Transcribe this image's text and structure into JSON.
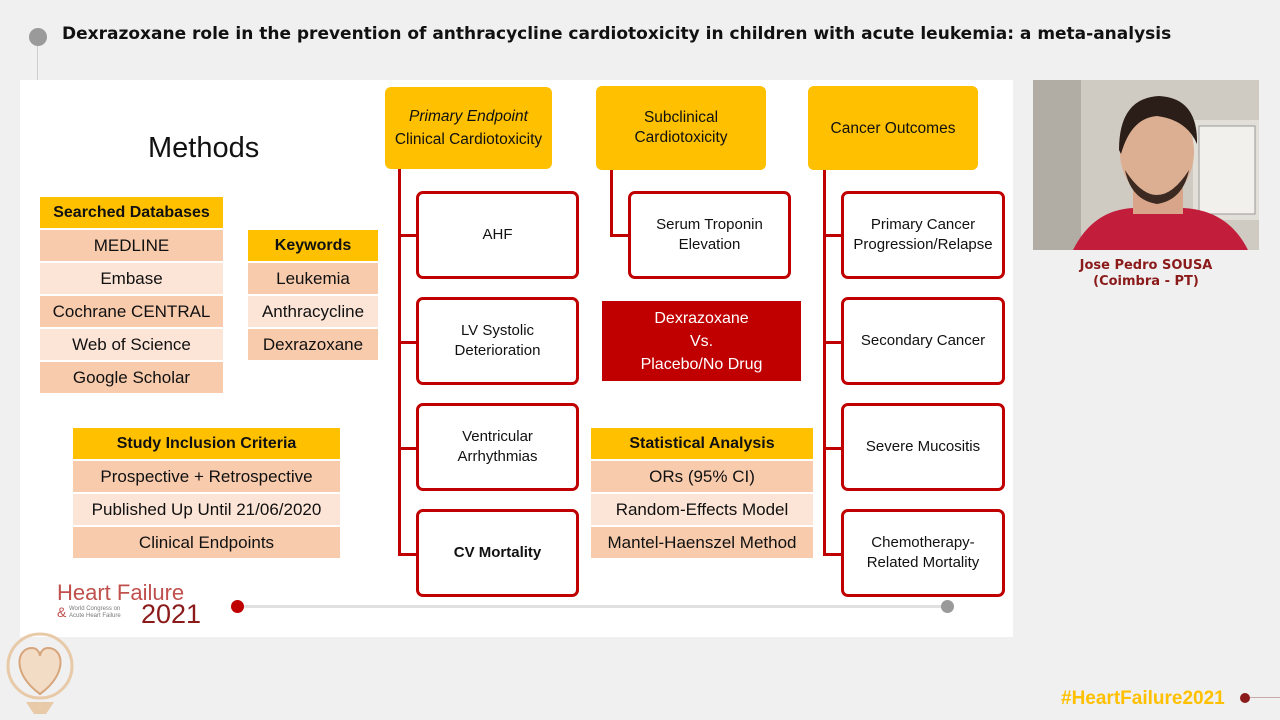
{
  "header": {
    "title": "Dexrazoxane role in the prevention of anthracycline cardiotoxicity in children with acute leukemia: a meta-analysis"
  },
  "slide": {
    "heading": "Methods",
    "searched_databases": {
      "header": "Searched Databases",
      "items": [
        "MEDLINE",
        "Embase",
        "Cochrane CENTRAL",
        "Web of Science",
        "Google Scholar"
      ]
    },
    "keywords": {
      "header": "Keywords",
      "items": [
        "Leukemia",
        "Anthracycline",
        "Dexrazoxane"
      ]
    },
    "inclusion": {
      "header": "Study Inclusion Criteria",
      "items": [
        "Prospective + Retrospective",
        "Published Up Until 21/06/2020",
        "Clinical Endpoints"
      ]
    },
    "primary": {
      "line1": "Primary Endpoint",
      "line2": "Clinical Cardiotoxicity",
      "items": [
        "AHF",
        "LV Systolic Deterioration",
        "Ventricular Arrhythmias",
        "CV Mortality"
      ]
    },
    "subclinical": {
      "line1": "Subclinical",
      "line2": "Cardiotoxicity",
      "item_line1": "Serum Troponin",
      "item_line2": "Elevation"
    },
    "comparison": {
      "line1": "Dexrazoxane",
      "line2": "Vs.",
      "line3": "Placebo/No Drug"
    },
    "statistical": {
      "header": "Statistical Analysis",
      "items": [
        "ORs (95% CI)",
        "Random-Effects Model",
        "Mantel-Haenszel Method"
      ]
    },
    "cancer": {
      "header": "Cancer Outcomes",
      "items": [
        "Primary Cancer Progression/Relapse",
        "Secondary Cancer",
        "Severe Mucositis",
        "Chemotherapy-Related Mortality"
      ]
    },
    "logo": {
      "line1": "Heart Failure",
      "line2": "2021",
      "small1": "World Congress on",
      "small2": "Acute Heart Failure"
    }
  },
  "speaker": {
    "name": "Jose Pedro SOUSA",
    "affiliation": "(Coimbra - PT)"
  },
  "hashtag": "#HeartFailure2021",
  "colors": {
    "accent_yellow": "#ffc000",
    "accent_red": "#c00000",
    "speaker_red": "#8b1a1a"
  }
}
